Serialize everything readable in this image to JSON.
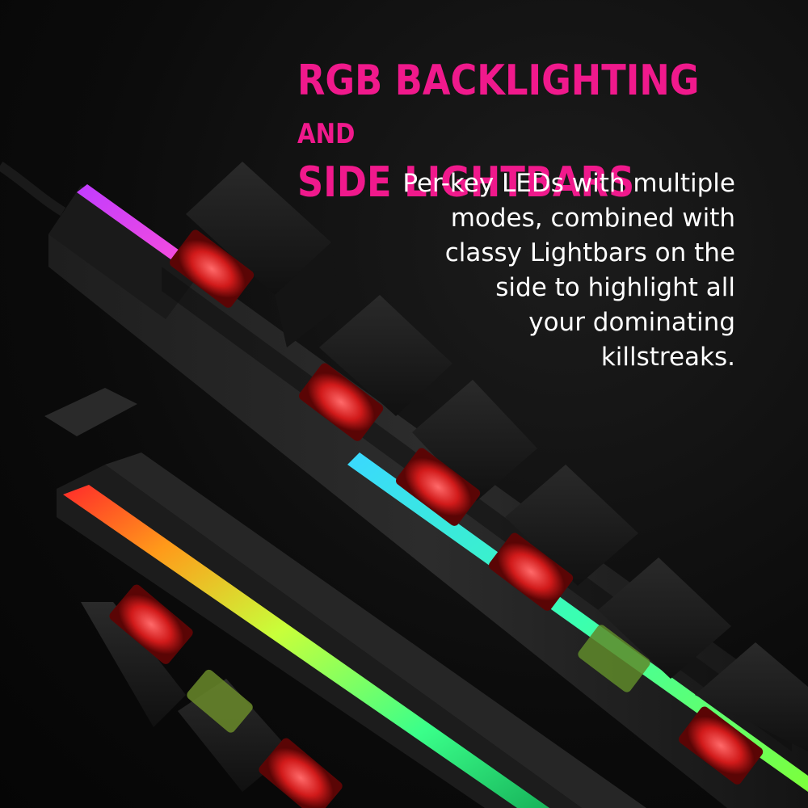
{
  "headline": {
    "line1_main": "RGB BACKLIGHTING",
    "line1_small": "AND",
    "line2": "SIDE LIGHTBARS"
  },
  "body_copy": {
    "lines": [
      "Per-key LEDs with multiple",
      "modes, combined with",
      "classy Lightbars on the",
      "side to highlight all",
      "your dominating",
      "killstreaks."
    ]
  },
  "colors": {
    "headline": "#f0198c",
    "body_text": "#ffffff",
    "background": "#0d0d0d"
  }
}
